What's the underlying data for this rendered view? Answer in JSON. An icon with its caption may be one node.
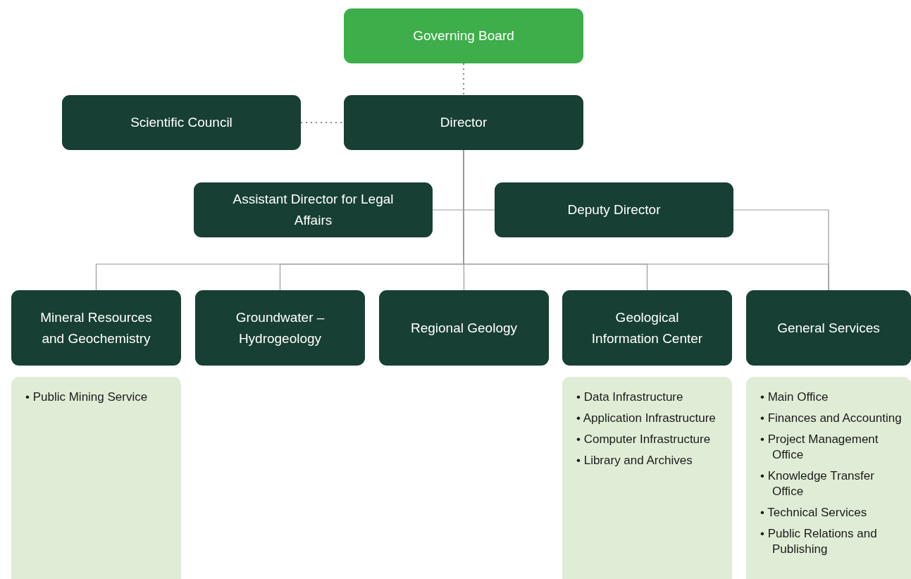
{
  "diagram": {
    "nodes": [
      {
        "text": [
          "Governing Board"
        ]
      },
      {
        "text": [
          "Scientific Council"
        ]
      },
      {
        "text": [
          "Director"
        ]
      },
      {
        "text": [
          "Assistant Director for Legal Affairs"
        ]
      },
      {
        "text": [
          "Deputy Director"
        ]
      },
      {
        "text": [
          "Mineral Resources and Geochemistry"
        ]
      },
      {
        "text": [
          "Groundwater – Hydrogeology"
        ]
      },
      {
        "text": [
          "Regional Geology"
        ]
      },
      {
        "text": [
          "Geological Information Center"
        ]
      },
      {
        "text": [
          "General Services"
        ]
      },
      {
        "text": [
          "• Public Mining Service"
        ]
      },
      {
        "text": [
          "• Data Infrastructure",
          "• Application Infrastructure",
          "• Computer Infrastructure",
          "• Library and Archives"
        ]
      },
      {
        "text": [
          "• Main Office",
          "• Finances and Accounting",
          "• Project Management Office",
          "• Knowledge Transfer Office",
          "• Technical Services",
          "• Public Relations and Publishing"
        ]
      }
    ],
    "edges": [
      {
        "from": 0,
        "to": 2,
        "arrow": "none",
        "style": "dashed"
      },
      {
        "from": 1,
        "to": 2,
        "arrow": "none",
        "style": "dashed"
      },
      {
        "from": 2,
        "to": 3,
        "arrow": "none"
      },
      {
        "from": 2,
        "to": 4,
        "arrow": "none"
      },
      {
        "from": 2,
        "to": 5,
        "arrow": "none"
      },
      {
        "from": 2,
        "to": 6,
        "arrow": "none"
      },
      {
        "from": 2,
        "to": 7,
        "arrow": "none"
      },
      {
        "from": 2,
        "to": 8,
        "arrow": "none"
      },
      {
        "from": 2,
        "to": 9,
        "arrow": "none"
      },
      {
        "from": 4,
        "to": 9,
        "arrow": "none"
      }
    ]
  }
}
